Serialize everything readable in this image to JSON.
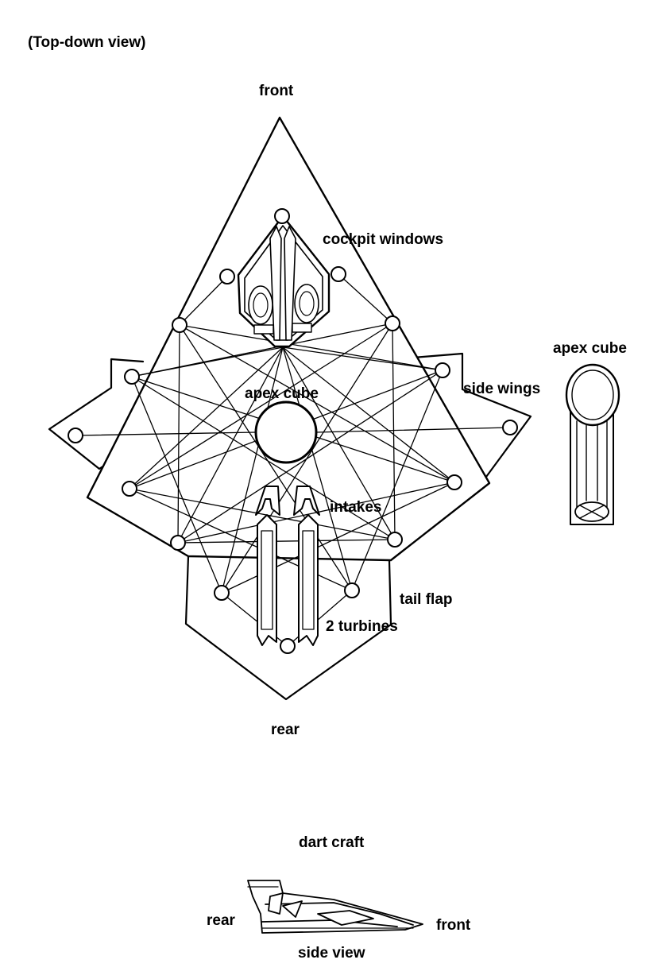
{
  "view_title": "(Top-down view)",
  "labels": {
    "front_top": "front",
    "cockpit_windows": "cockpit windows",
    "apex_cube_center": "apex cube",
    "apex_cube_side": "apex cube",
    "side_wings": "side wings",
    "intakes": "intakes",
    "tail_flap": "tail flap",
    "turbines": "2 turbines",
    "rear_bottom": "rear",
    "dart_craft": "dart craft",
    "side_rear": "rear",
    "side_front": "front",
    "side_view": "side view"
  },
  "colors": {
    "line": "#000000",
    "background": "#ffffff"
  }
}
